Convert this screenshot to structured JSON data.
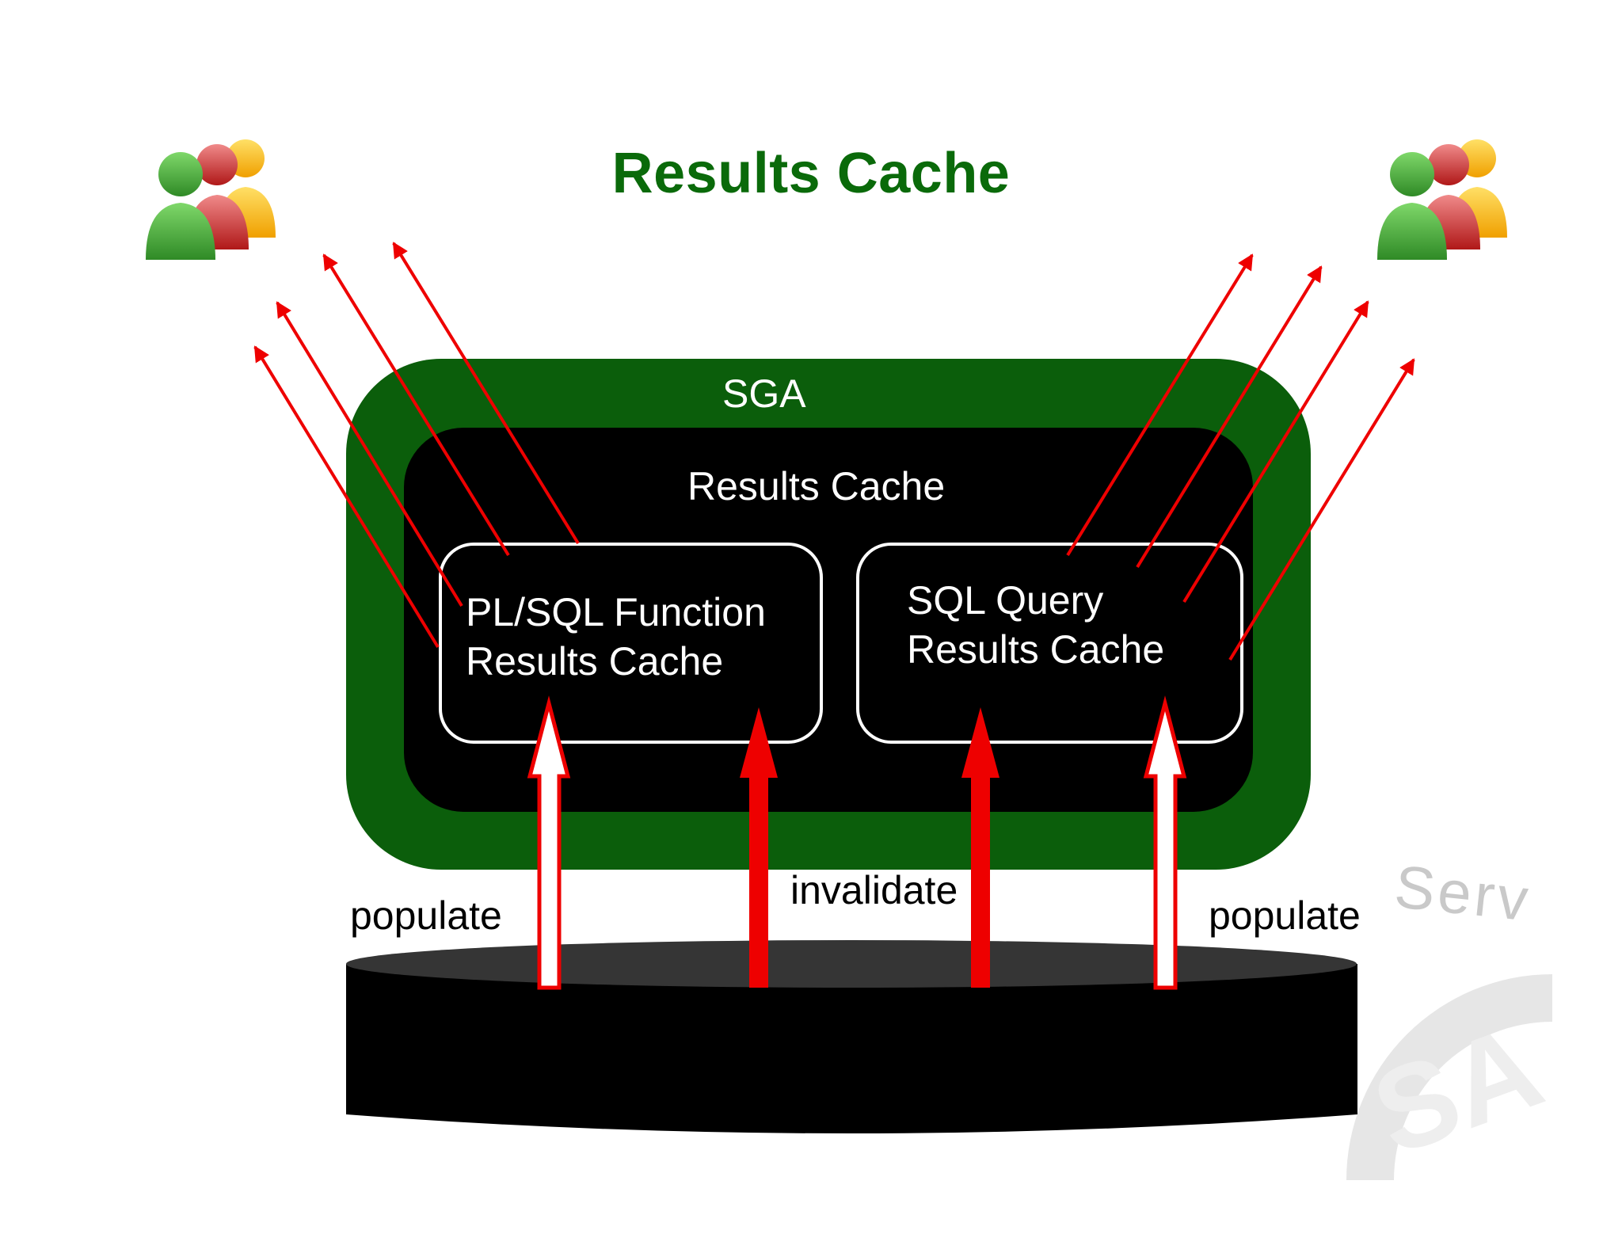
{
  "title": {
    "text": "Results Cache",
    "color": "#0a6a0a"
  },
  "sga": {
    "label": "SGA",
    "color": "#0b5e0b"
  },
  "results_cache": {
    "label": "Results Cache"
  },
  "plsql_cache": {
    "line1": "PL/SQL Function",
    "line2": "Results Cache"
  },
  "sql_cache": {
    "line1": "SQL Query",
    "line2": "Results Cache"
  },
  "labels": {
    "populate_left": "populate",
    "invalidate": "invalidate",
    "populate_right": "populate"
  },
  "watermark": {
    "text": "Serv",
    "color": "#c9c9c9"
  },
  "colors": {
    "arrow_red": "#ee0000",
    "database": "#000000",
    "database_top": "#3a3a3a"
  },
  "icons": [
    "users-group-icon-left",
    "users-group-icon-right"
  ]
}
